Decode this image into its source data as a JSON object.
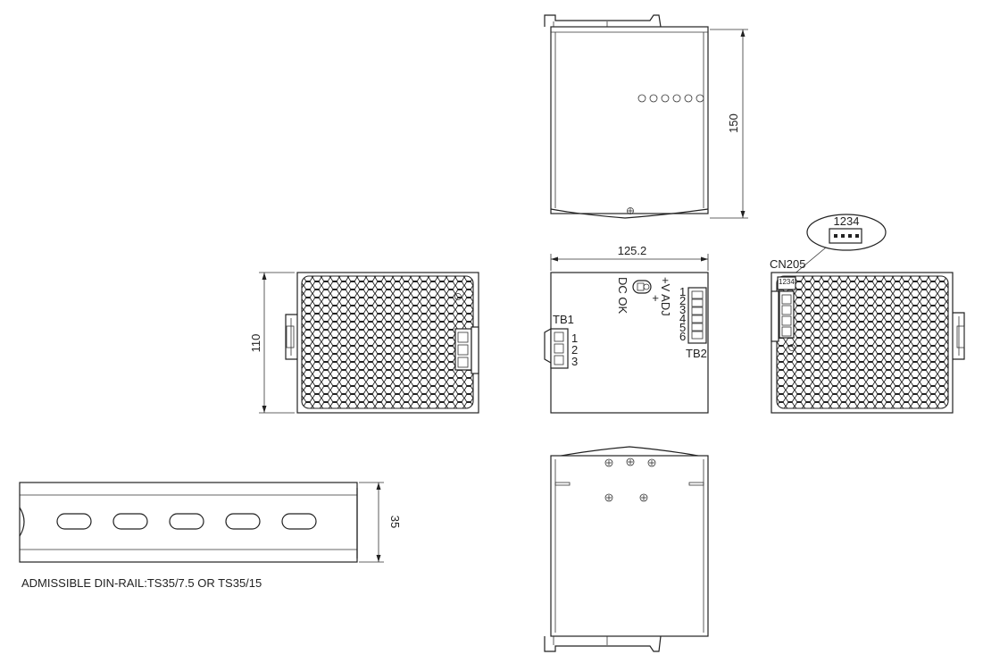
{
  "dimensions": {
    "height_top": "150",
    "width_front": "125.2",
    "depth_side": "110",
    "rail_height": "35"
  },
  "labels": {
    "tb1": "TB1",
    "tb1_pins": [
      "1",
      "2",
      "3"
    ],
    "tb2": "TB2",
    "tb2_pins": [
      "1",
      "2",
      "3",
      "4",
      "5",
      "6"
    ],
    "dc_ok": "DC OK",
    "vadj": "+V ADJ",
    "plus": "+",
    "cn205": "CN205",
    "connector_pins_zoom": "1234",
    "connector_pins_small": "1234",
    "rail_note": "ADMISSIBLE DIN-RAIL:TS35/7.5 OR TS35/15"
  }
}
